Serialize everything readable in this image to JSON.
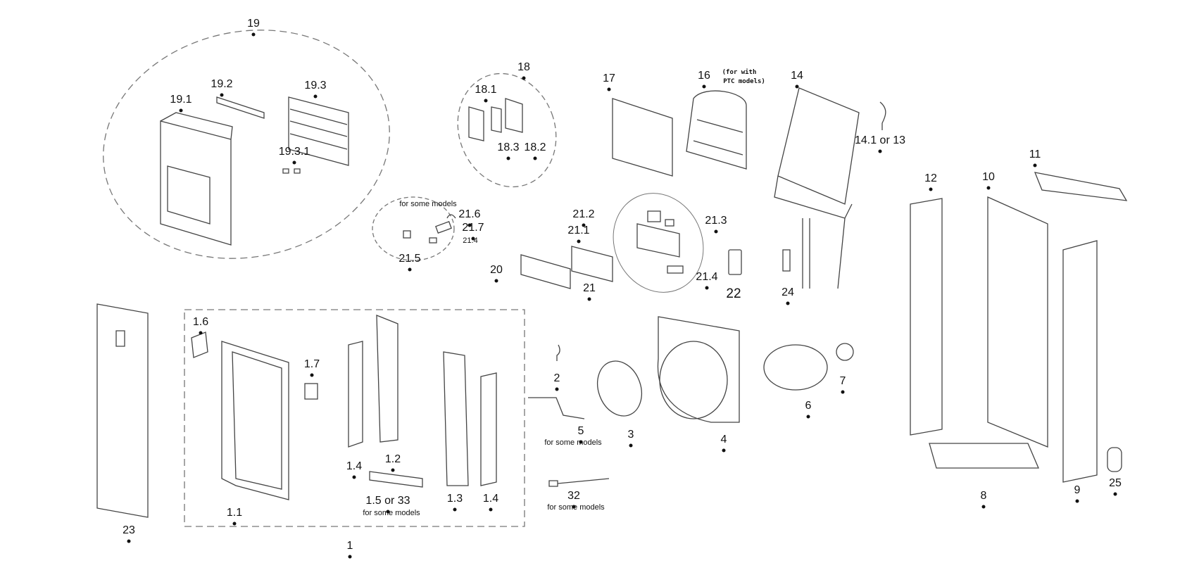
{
  "diagram": {
    "type": "exploded parts diagram",
    "labels": [
      "19",
      "19.1",
      "19.2",
      "19.3",
      "19.3.1",
      "18",
      "18.1",
      "18.3",
      "18.2",
      "17",
      "16",
      "(for with",
      "PTC models)",
      "14",
      "14.1  or  13",
      "for some models",
      "21.6",
      "21.7",
      "21.4",
      "21.5",
      "21.2",
      "21.1",
      "21.3",
      "20",
      "21",
      "21.4",
      "22",
      "24",
      "12",
      "10",
      "11",
      "1.6",
      "1.7",
      "23",
      "1.1",
      "1.4",
      "1.2",
      "1.5 or 33",
      "for some models",
      "1.3",
      "1.4",
      "1",
      "2",
      "5",
      "for some models",
      "3",
      "4",
      "6",
      "7",
      "32",
      "for some models",
      "8",
      "9",
      "25"
    ],
    "colors": {
      "line": "#333333",
      "dash": "#777777",
      "text": "#111111"
    }
  }
}
